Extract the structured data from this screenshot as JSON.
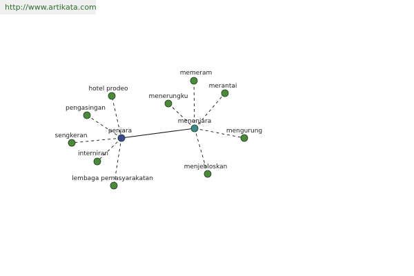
{
  "source_url": "http://www.artikata.com",
  "colors": {
    "hub_penjara": "#3b4a8c",
    "hub_menenjara": "#3d8c8c",
    "leaf": "#4a8a3a",
    "node_stroke": "#1f3a1f",
    "edge": "#111111"
  },
  "hubs": {
    "penjara": "penjara",
    "menenjara": "menenjara"
  },
  "leaves": {
    "hotel_prodeo": "hotel prodeo",
    "pengasingan": "pengasingan",
    "sengkeran": "sengkeran",
    "interniran": "interniran",
    "lembaga_pemasyarakatan": "lembaga pemasyarakatan",
    "memeram": "memeram",
    "merantai": "merantai",
    "menerungku": "menerungku",
    "mengurung": "mengurung",
    "menjebloskan": "menjebloskan"
  }
}
